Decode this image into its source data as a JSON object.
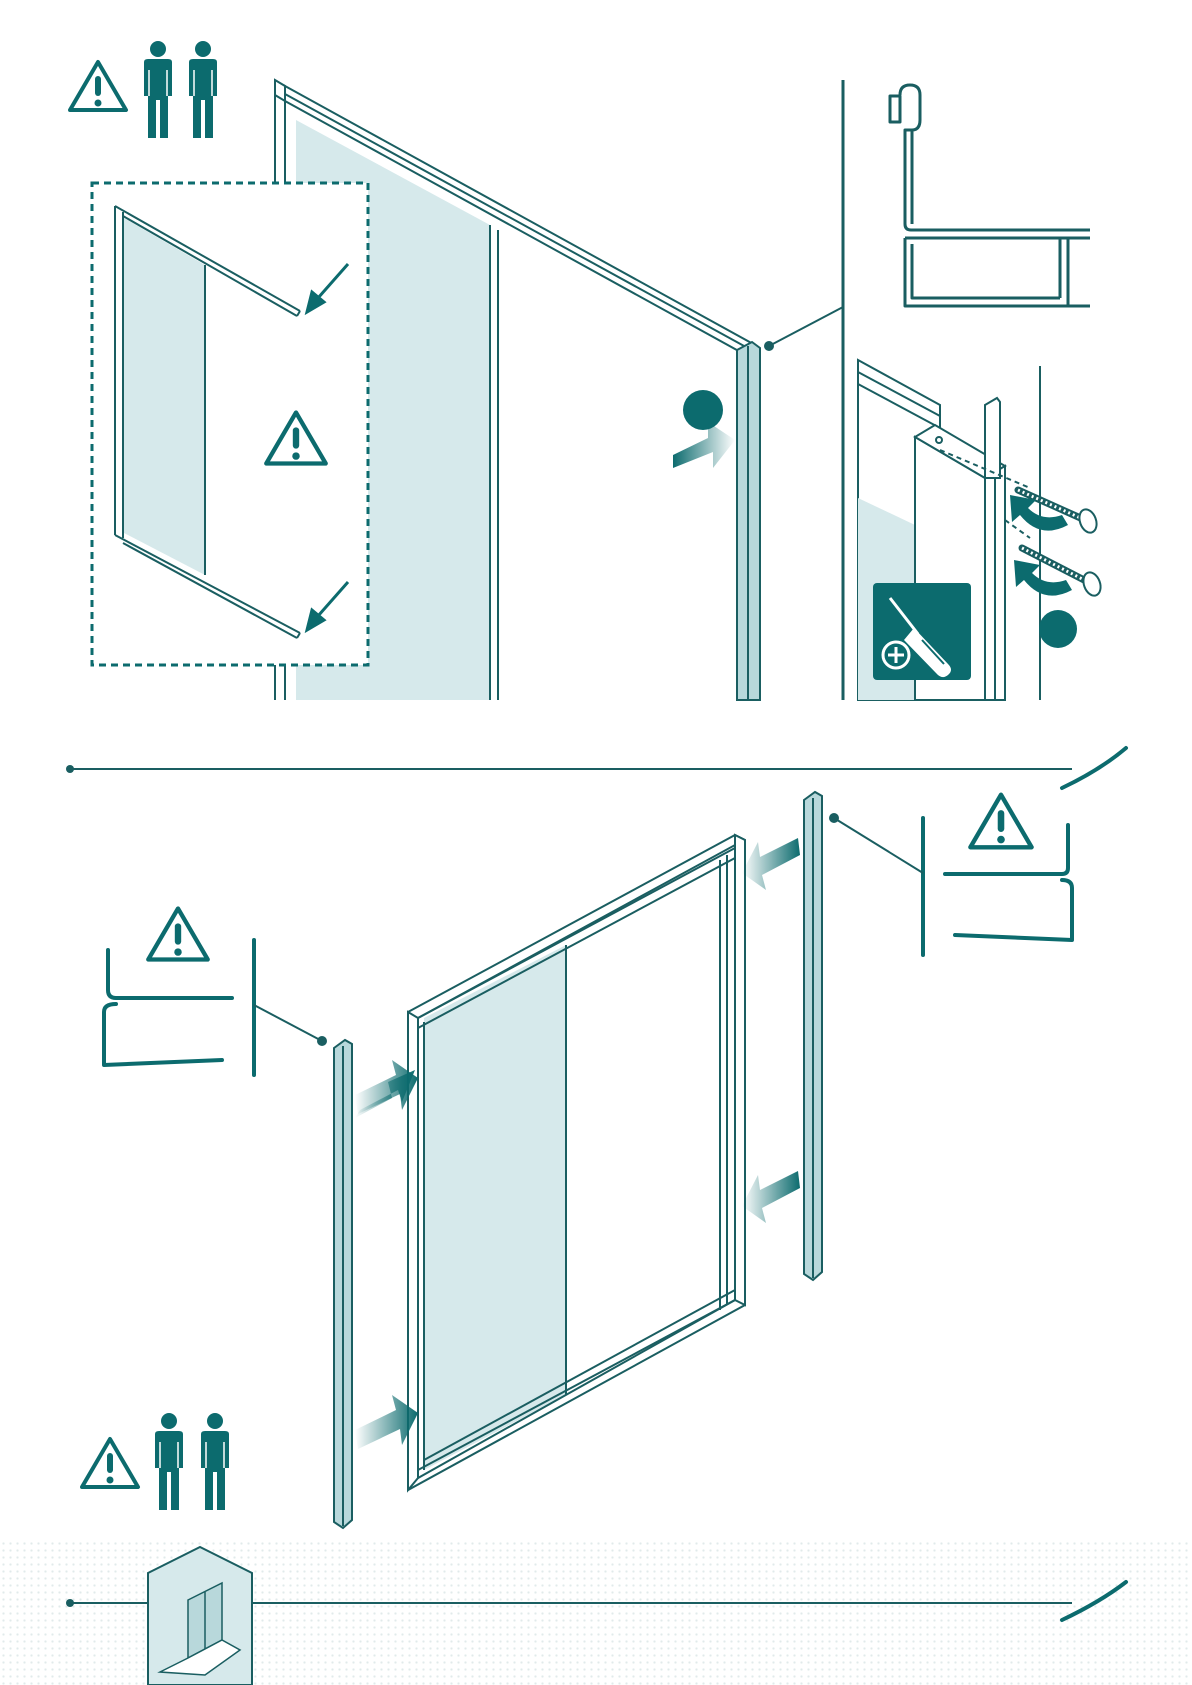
{
  "colors": {
    "teal": "#0c6b6e",
    "stroke": "#1a5e61",
    "glass": "#d6e9eb",
    "profile": "#b8d8db",
    "white": "#ffffff"
  },
  "icons": {
    "warning": "warning-triangle-icon",
    "two_persons": "two-persons-icon",
    "screwdriver": "screwdriver-icon",
    "screw": "screw-icon",
    "arrow": "arrow-icon",
    "shower": "shower-enclosure-icon"
  },
  "steps": [
    {
      "id": "step-top",
      "badges": 2
    },
    {
      "id": "step-bottom",
      "badges": 0
    }
  ]
}
